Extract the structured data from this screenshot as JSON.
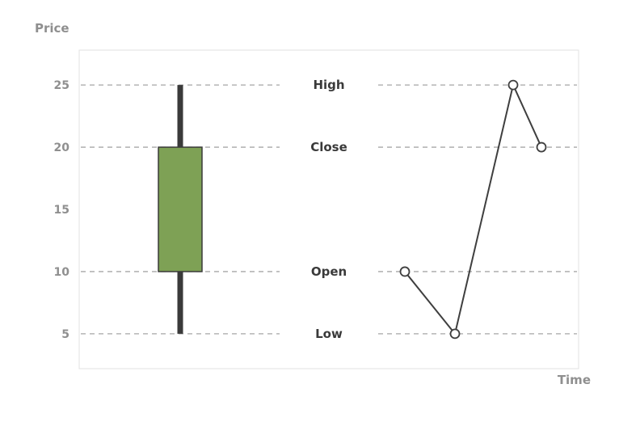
{
  "chart_data": {
    "type": "candlestick",
    "ylabel": "Price",
    "xlabel": "Time",
    "yticks": [
      5,
      10,
      15,
      20,
      25
    ],
    "ylim": [
      2.2,
      27.8
    ],
    "grid": "dashed horizontal lines at open, close, high and low levels",
    "candle": {
      "open": 10,
      "close": 20,
      "high": 25,
      "low": 5
    },
    "levels": [
      {
        "label": "High",
        "value": 25
      },
      {
        "label": "Close",
        "value": 20
      },
      {
        "label": "Open",
        "value": 10
      },
      {
        "label": "Low",
        "value": 5
      }
    ],
    "price_path": {
      "sequence": [
        "Open",
        "Low",
        "High",
        "Close"
      ],
      "values": [
        10,
        5,
        25,
        20
      ]
    },
    "colors": {
      "candle_body": "#7ea155",
      "wick": "#3a3a3a",
      "line": "#3f3f3f",
      "grid": "#a6a6a6",
      "plot_border": "#e2e2e2"
    }
  }
}
